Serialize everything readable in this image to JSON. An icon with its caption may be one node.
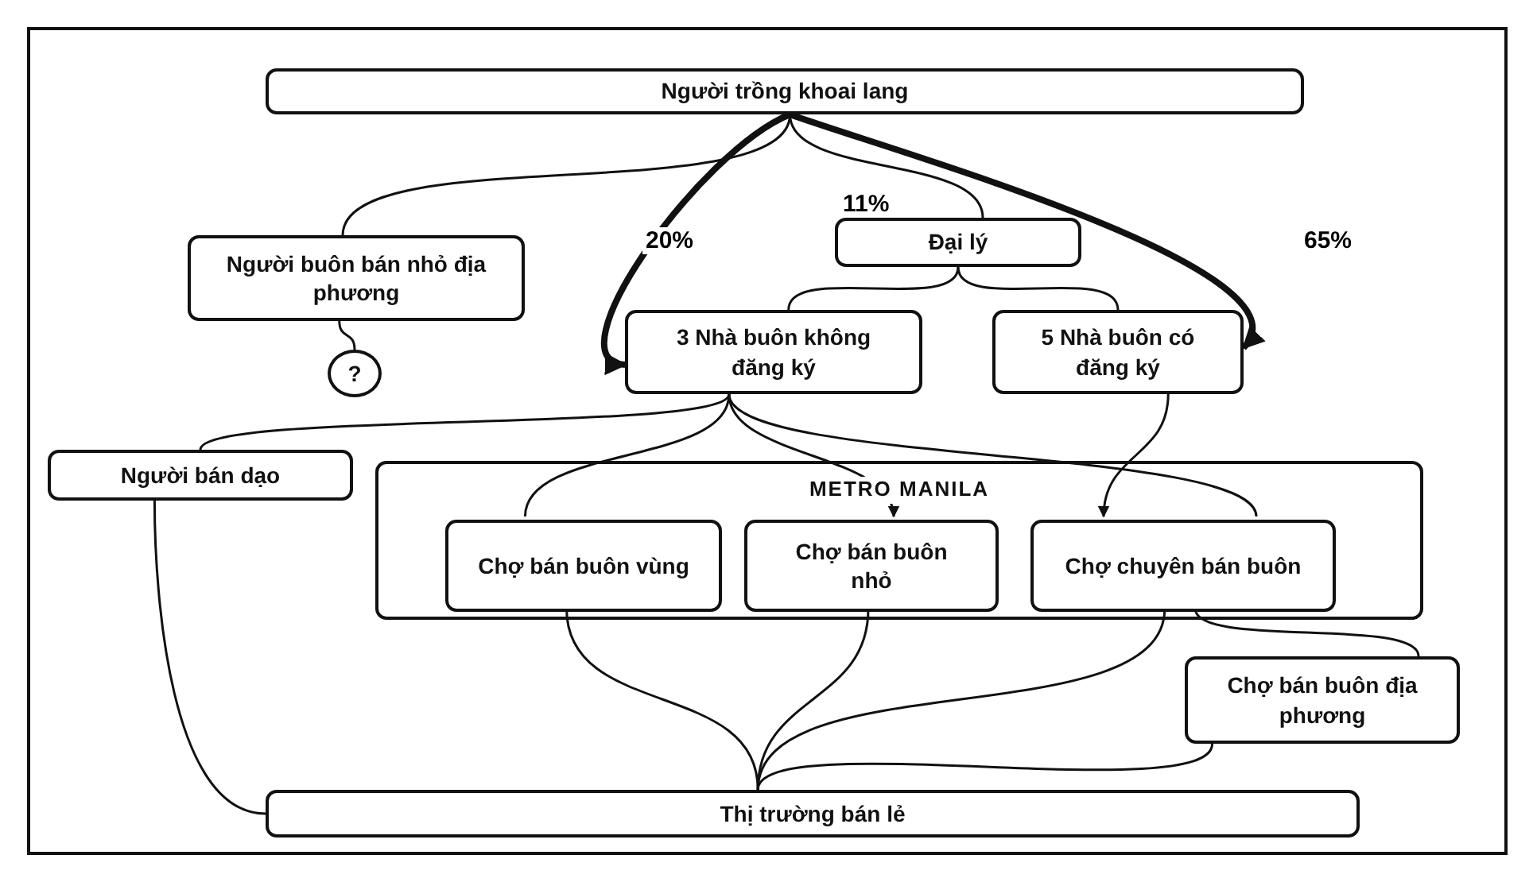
{
  "diagram": {
    "nodes": [
      {
        "text": [
          "Người trồng khoai lang"
        ]
      },
      {
        "text": [
          "Người buôn bán nhỏ địa phương"
        ]
      },
      {
        "text": [
          "Đại lý"
        ]
      },
      {
        "text": [
          "3 Nhà buôn không đăng ký"
        ]
      },
      {
        "text": [
          "5 Nhà buôn có đăng ký"
        ]
      },
      {
        "text": [
          "?"
        ]
      },
      {
        "text": [
          "Người bán dạo"
        ]
      },
      {
        "text": [
          "METRO MANILA"
        ]
      },
      {
        "text": [
          "Chợ bán buôn vùng"
        ],
        "in": 7
      },
      {
        "text": [
          "Chợ bán buôn nhỏ"
        ],
        "in": 7
      },
      {
        "text": [
          "Chợ chuyên bán buôn"
        ],
        "in": 7
      },
      {
        "text": [
          "Chợ bán buôn địa phương"
        ]
      },
      {
        "text": [
          "Thị trường bán lẻ"
        ]
      }
    ],
    "edges": [
      {
        "from": 0,
        "to": 1,
        "arrow": "none"
      },
      {
        "from": 0,
        "to": 3,
        "arrow": "to",
        "label": "20%",
        "style": "thick"
      },
      {
        "from": 0,
        "to": 2,
        "arrow": "none",
        "label": "11%"
      },
      {
        "from": 0,
        "to": 4,
        "arrow": "to",
        "label": "65%",
        "style": "thick"
      },
      {
        "from": 2,
        "to": 3,
        "arrow": "none"
      },
      {
        "from": 2,
        "to": 4,
        "arrow": "none"
      },
      {
        "from": 1,
        "to": 5,
        "arrow": "none"
      },
      {
        "from": 3,
        "to": 6,
        "arrow": "none"
      },
      {
        "from": 3,
        "to": 8,
        "arrow": "none"
      },
      {
        "from": 3,
        "to": 9,
        "arrow": "to"
      },
      {
        "from": 3,
        "to": 10,
        "arrow": "none"
      },
      {
        "from": 4,
        "to": 10,
        "arrow": "to"
      },
      {
        "from": 8,
        "to": 12,
        "arrow": "none"
      },
      {
        "from": 9,
        "to": 12,
        "arrow": "none"
      },
      {
        "from": 10,
        "to": 12,
        "arrow": "none"
      },
      {
        "from": 10,
        "to": 11,
        "arrow": "none"
      },
      {
        "from": 11,
        "to": 12,
        "arrow": "none"
      },
      {
        "from": 6,
        "to": 12,
        "arrow": "none"
      }
    ]
  }
}
